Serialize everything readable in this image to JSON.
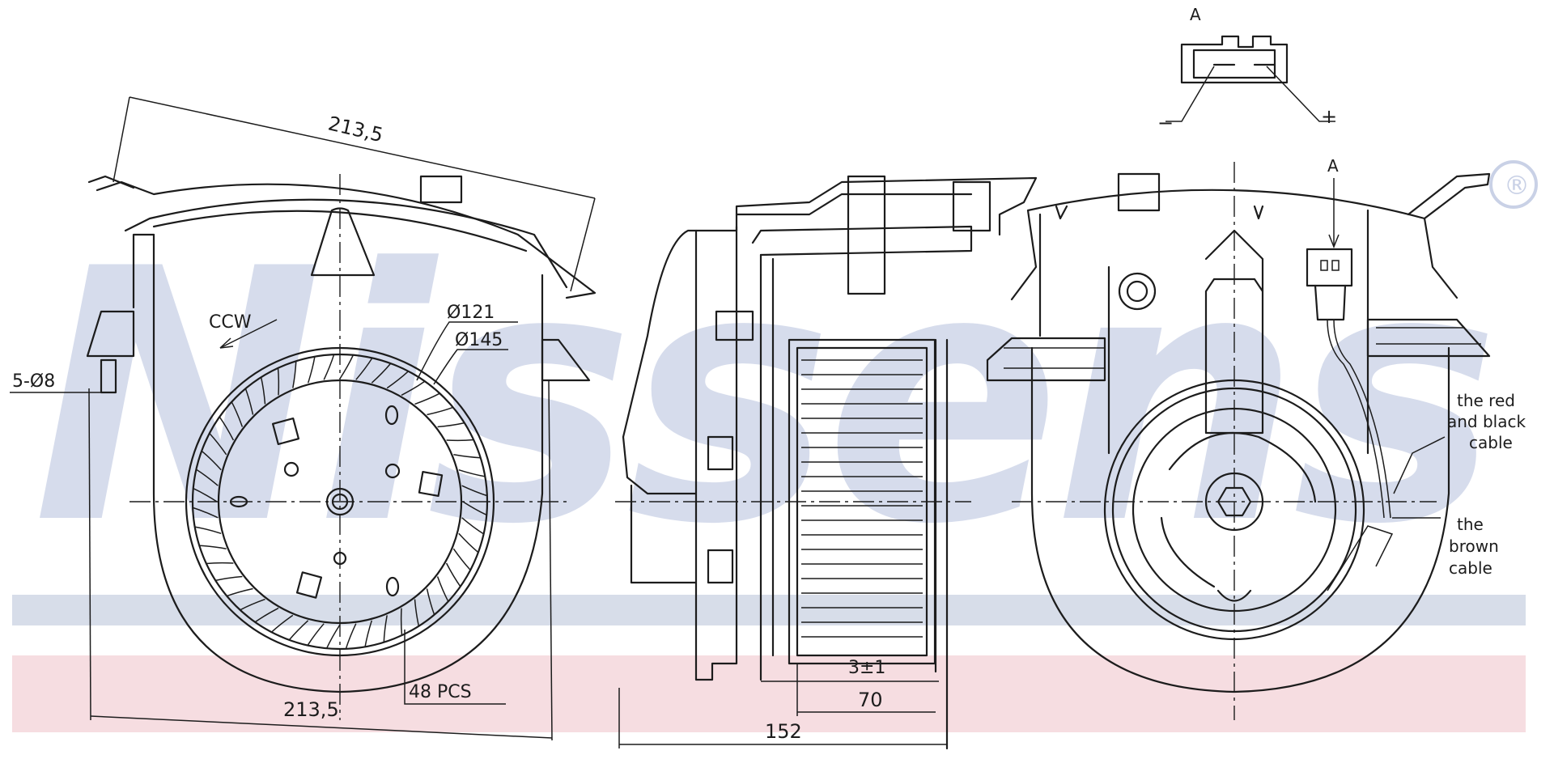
{
  "watermark": {
    "text": "Nissens",
    "registered_mark": "®",
    "band_colors": [
      "#d7dde9",
      "#f4d4da"
    ]
  },
  "dimensions": {
    "top_span": "213,5",
    "bottom_span": "213,5",
    "mounting_holes": "5-Ø8",
    "inner_diameter": "Ø121",
    "outer_diameter": "Ø145",
    "blade_count": "48 PCS",
    "rotation": "CCW",
    "offset": "3±1",
    "wheel_width": "70",
    "overall_width": "152"
  },
  "connector": {
    "view_label_top": "A",
    "view_label_arrow": "A",
    "minus_label": "−",
    "plus_label": "+"
  },
  "notes": {
    "red_black_cable": [
      "the red",
      "and black",
      "cable"
    ],
    "brown_cable": [
      "the",
      "brown",
      "cable"
    ]
  }
}
